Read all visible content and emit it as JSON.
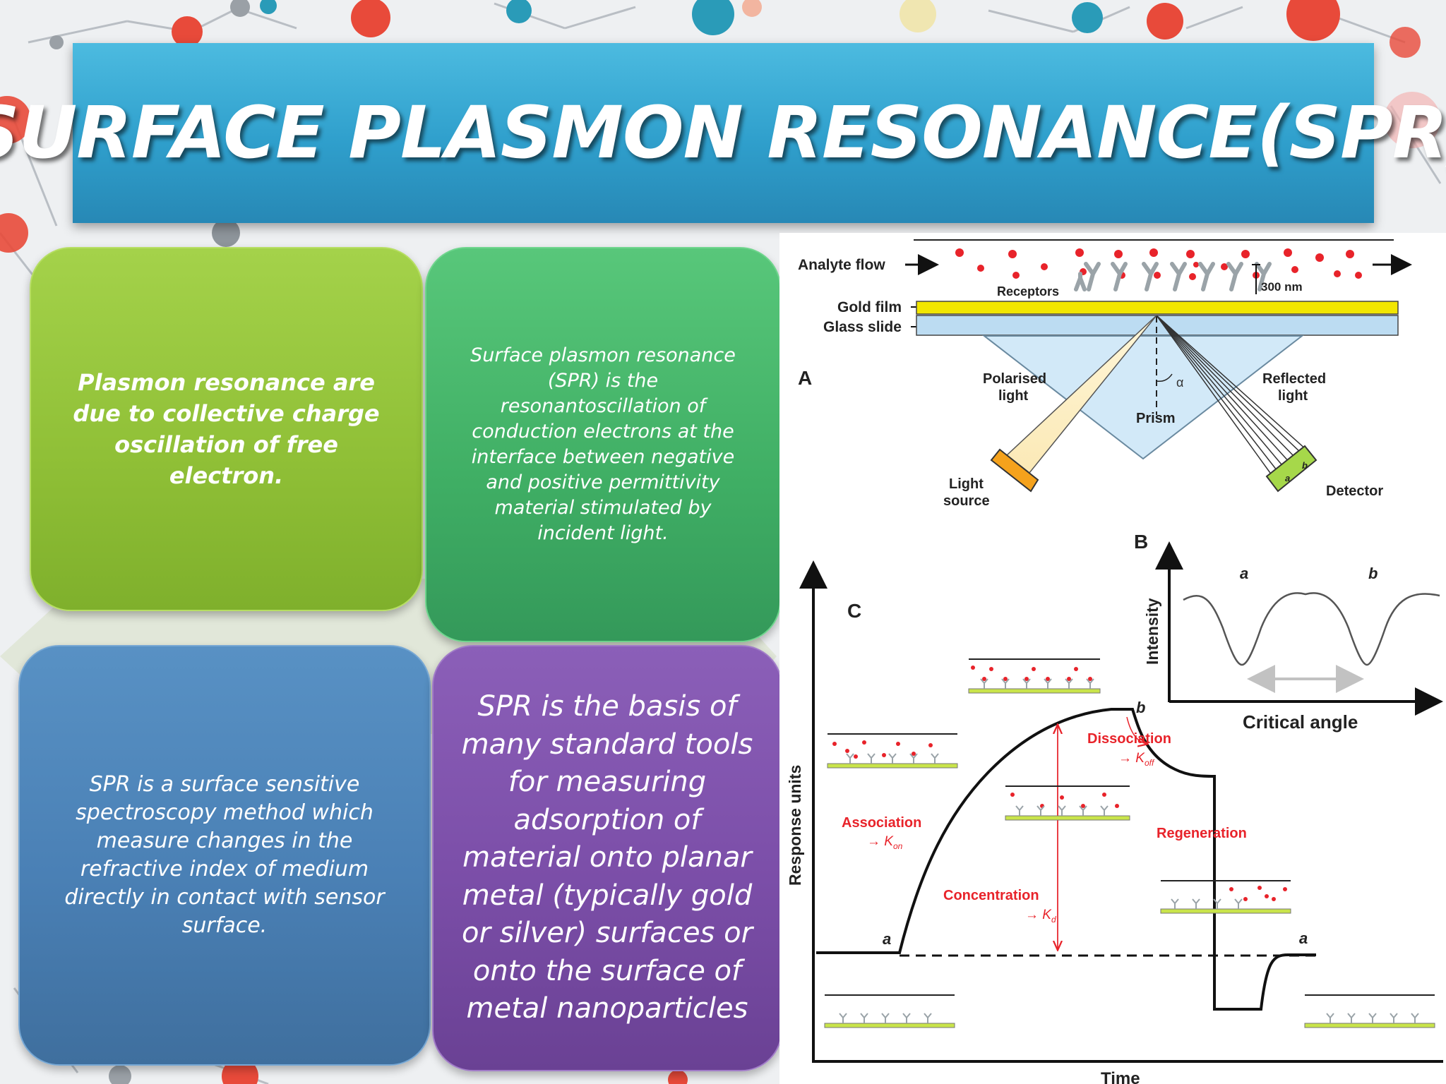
{
  "slide": {
    "title": "SURFACE PLASMON RESONANCE(SPR)"
  },
  "boxes": {
    "box1": "Plasmon resonance are due to collective charge oscillation of free electron.",
    "box2": "Surface plasmon resonance (SPR) is the resonantoscillation of conduction electrons at the interface between negative and positive permittivity material stimulated by incident light.",
    "box3": "SPR is a surface sensitive spectroscopy method which measure changes in the refractive index of medium directly in contact with sensor surface.",
    "box4": "SPR is the basis of many standard tools for measuring adsorption of material onto planar metal (typically gold or silver) surfaces or onto the surface of metal nanoparticles"
  },
  "figure": {
    "panel_a": {
      "letter": "A",
      "analyte_flow": "Analyte flow",
      "receptors": "Receptors",
      "distance": "300 nm",
      "gold_film": "Gold film",
      "glass_slide": "Glass slide",
      "polarised_1": "Polarised",
      "polarised_2": "light",
      "reflected_1": "Reflected",
      "reflected_2": "light",
      "prism": "Prism",
      "alpha": "α",
      "light_source_1": "Light",
      "light_source_2": "source",
      "detector": "Detector",
      "beam_a": "a",
      "beam_b": "b"
    },
    "panel_b": {
      "letter": "B",
      "ylabel": "Intensity",
      "xlabel": "Critical angle",
      "dip_a": "a",
      "dip_b": "b"
    },
    "panel_c": {
      "letter": "C",
      "ylabel": "Response units",
      "xlabel": "Time",
      "association": "Association",
      "k_on": "→ K",
      "k_on_sub": "on",
      "dissociation": "Dissociation",
      "k_off": "→ K",
      "k_off_sub": "off",
      "concentration": "Concentration",
      "k_d": "→ K",
      "k_d_sub": "d",
      "regeneration": "Regeneration",
      "point_a_left": "a",
      "point_b": "b",
      "point_a_right": "a"
    },
    "colors": {
      "banner": "#2f9fcc",
      "gold_film": "#f2e600",
      "glass": "#bcdcf2",
      "prism": "#d2e9f8",
      "analyte": "#e8232a",
      "receptor": "#9aa3a8",
      "annotation_red": "#e8232a",
      "light_source": "#f5a21c",
      "detector": "#a6d84a",
      "sensor_chip": "#c9e44a"
    }
  }
}
